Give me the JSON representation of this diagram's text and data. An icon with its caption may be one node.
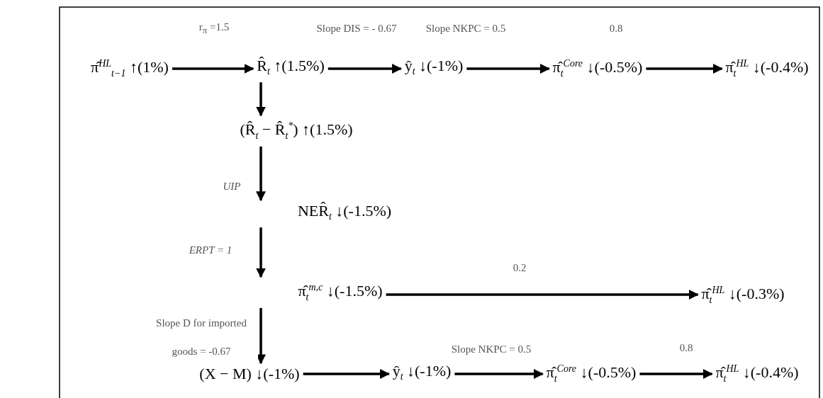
{
  "diagram": {
    "nodes": [
      {
        "text": [
          "π̂$^{HL}$$_{t−1}$ ↑(1%)"
        ]
      },
      {
        "text": [
          "R̂$_{t}$ ↑(1.5%)"
        ]
      },
      {
        "text": [
          "ŷ$_{t}$ ↓(-1%)"
        ]
      },
      {
        "text": [
          "π̂$_{t}$$^{Core}$ ↓(-0.5%)"
        ]
      },
      {
        "text": [
          "π̂$_{t}$$^{HL}$ ↓(-0.4%)"
        ]
      },
      {
        "text": [
          "(R̂$_{t}$ − R̂$_{t}$$^{*}$) ↑(1.5%)"
        ]
      },
      {
        "text": [
          "NER̂$_{t}$ ↓(-1.5%)"
        ]
      },
      {
        "text": [
          "π̂$_{t}$$^{m,c}$ ↓(-1.5%)"
        ]
      },
      {
        "text": [
          "π̂$_{t}$$^{HL}$ ↓(-0.3%)"
        ]
      },
      {
        "text": [
          "(X − M) ↓(-1%)"
        ]
      },
      {
        "text": [
          "ŷ$_{t}$ ↓(-1%)"
        ]
      },
      {
        "text": [
          "π̂$_{t}$$^{Core}$ ↓(-0.5%)"
        ]
      },
      {
        "text": [
          "π̂$_{t}$$^{HL}$ ↓(-0.4%)"
        ]
      }
    ],
    "edges": [
      {
        "from": 0,
        "to": 1,
        "arrow": "to",
        "label": "r$_{π}$ =1.5"
      },
      {
        "from": 1,
        "to": 2,
        "arrow": "to",
        "label": "Slope DIS = - 0.67"
      },
      {
        "from": 2,
        "to": 3,
        "arrow": "to",
        "label": "Slope NKPC = 0.5"
      },
      {
        "from": 3,
        "to": 4,
        "arrow": "to",
        "label": "0.8"
      },
      {
        "from": 1,
        "to": 5,
        "arrow": "to"
      },
      {
        "from": 5,
        "to": 6,
        "arrow": "to",
        "label": "UIP"
      },
      {
        "from": 6,
        "to": 7,
        "arrow": "to",
        "label": "ERPT = 1"
      },
      {
        "from": 7,
        "to": 8,
        "arrow": "to",
        "label": "0.2"
      },
      {
        "from": 7,
        "to": 9,
        "arrow": "to",
        "label": "Slope D for imported goods = -0.67"
      },
      {
        "from": 9,
        "to": 10,
        "arrow": "to"
      },
      {
        "from": 10,
        "to": 11,
        "arrow": "to",
        "label": "Slope NKPC = 0.5"
      },
      {
        "from": 11,
        "to": 12,
        "arrow": "to",
        "label": "0.8"
      }
    ]
  }
}
